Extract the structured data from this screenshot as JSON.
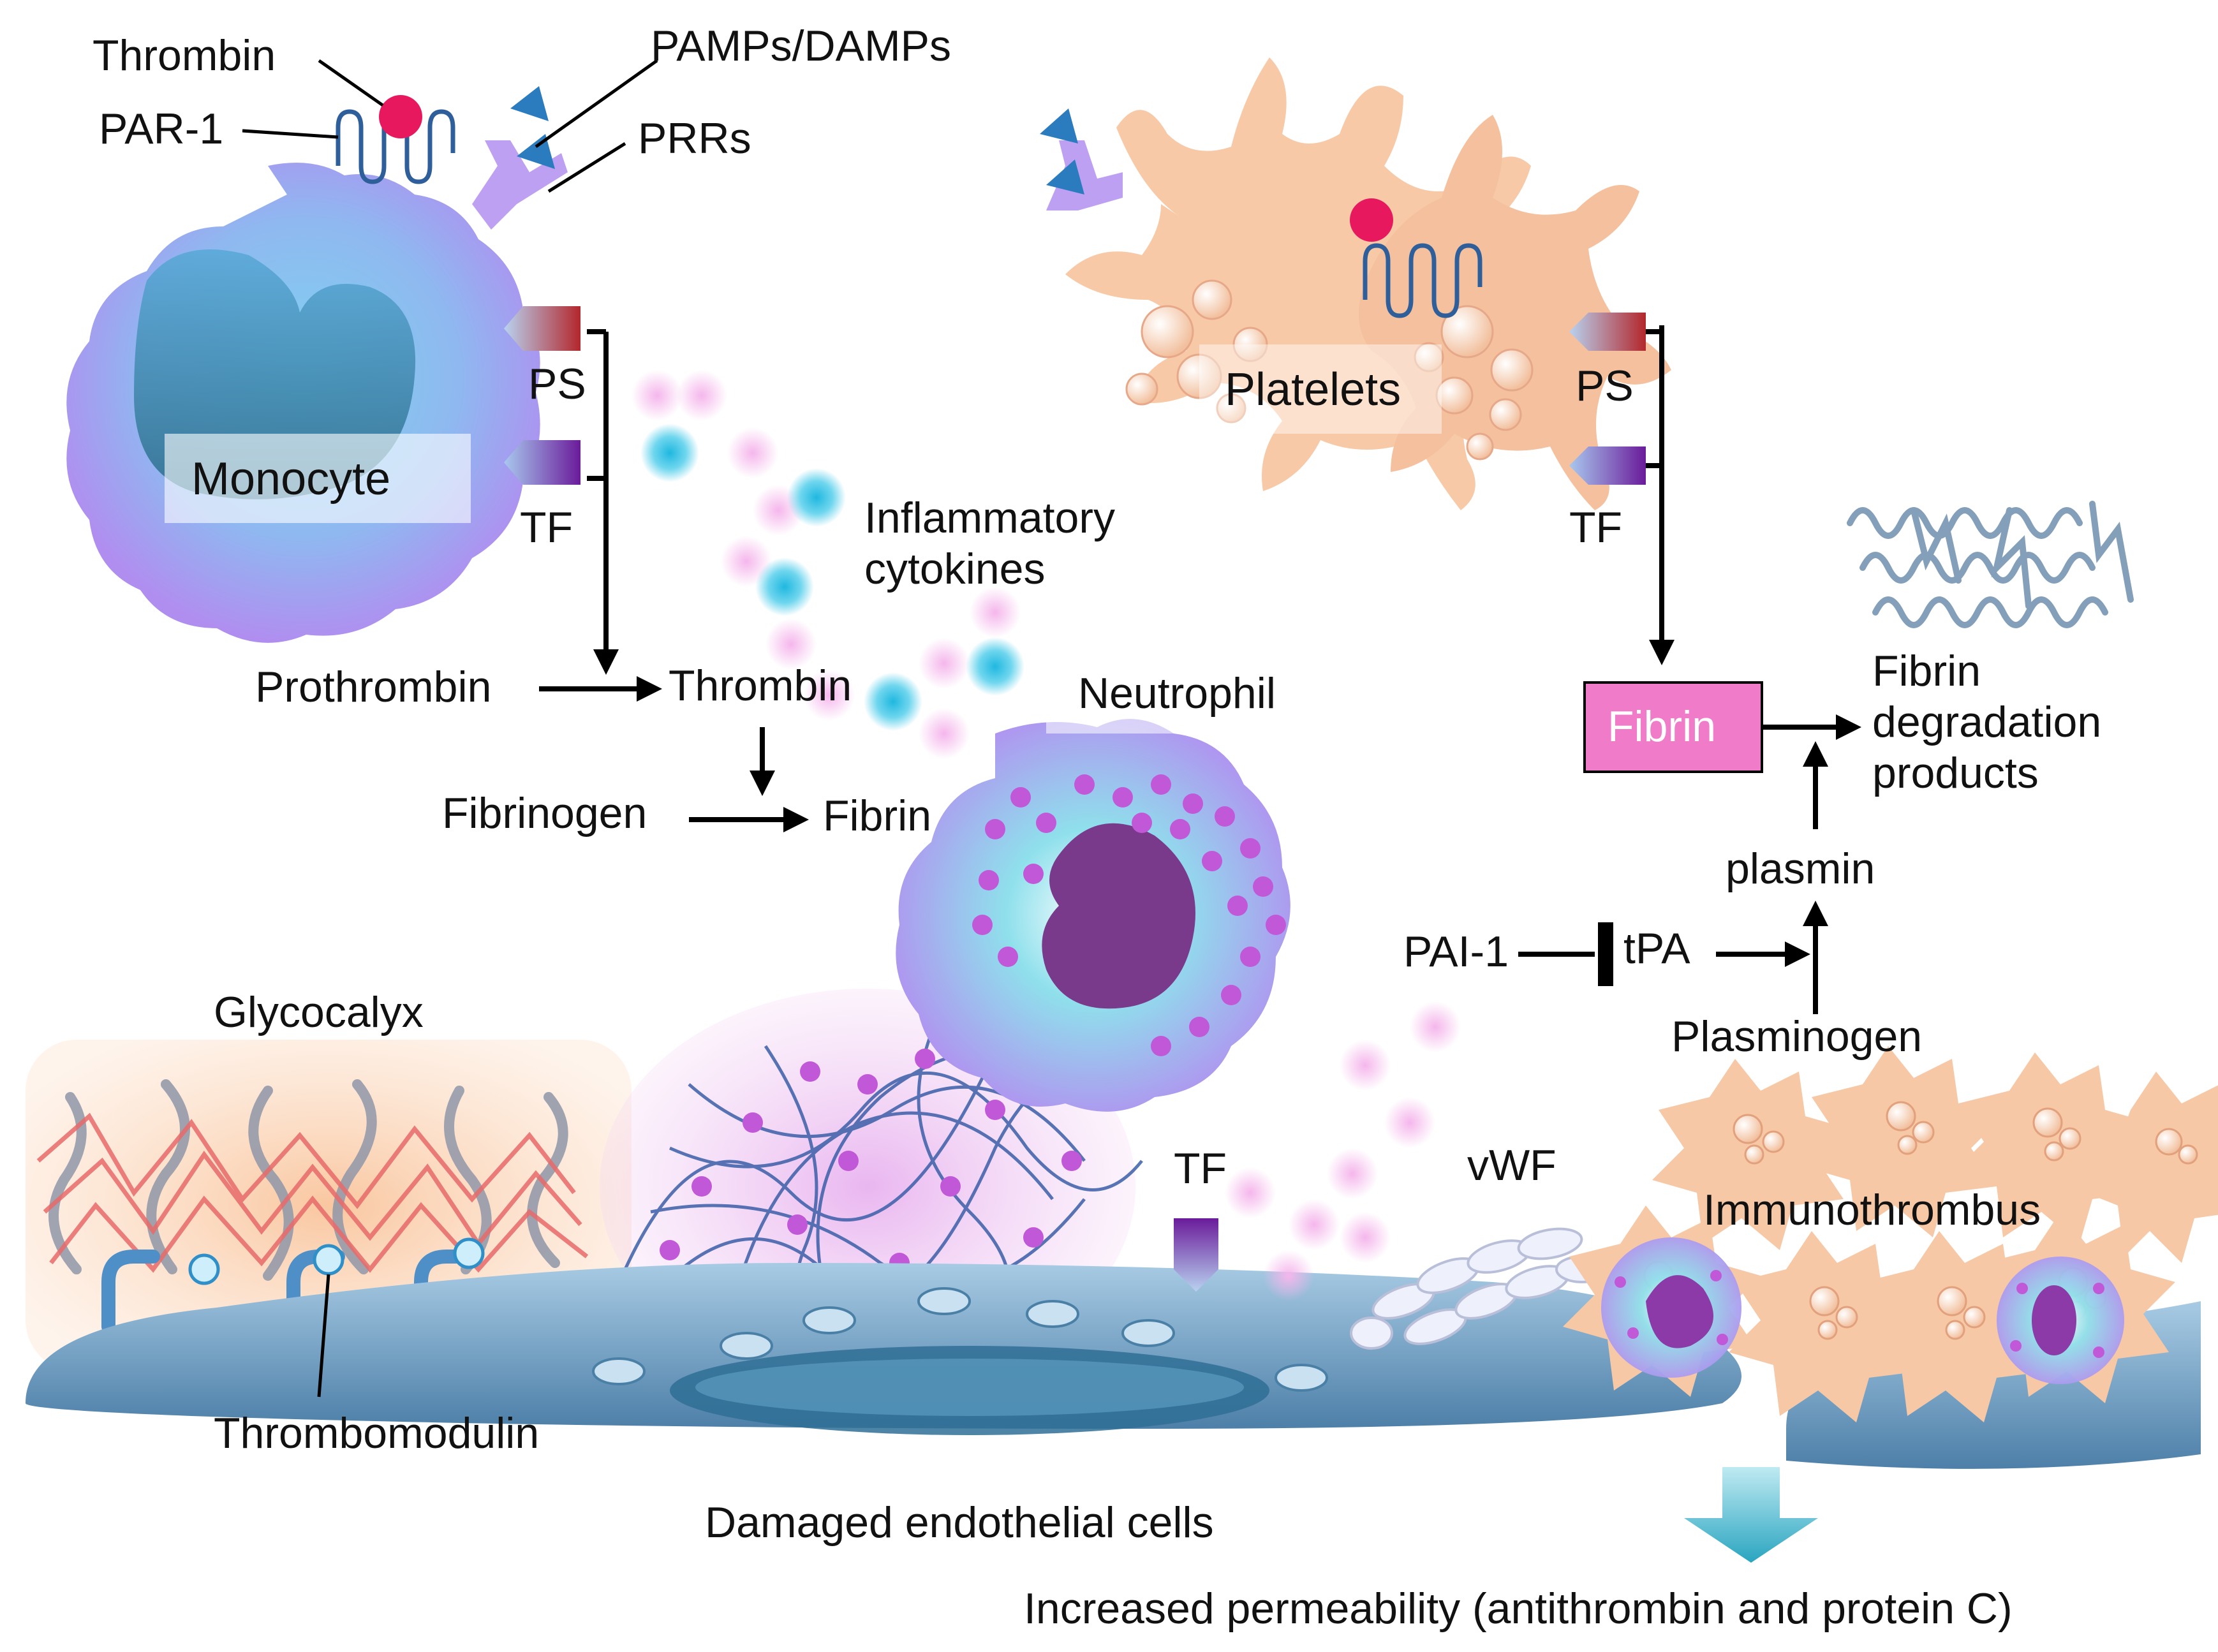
{
  "labels": {
    "thrombin_top": "Thrombin",
    "par1": "PAR-1",
    "pamps": "PAMPs/DAMPs",
    "prrs": "PRRs",
    "monocyte": "Monocyte",
    "ps_left": "PS",
    "tf_left": "TF",
    "platelets": "Platelets",
    "ps_right": "PS",
    "tf_right": "TF",
    "inflammatory_1": "Inflammatory",
    "inflammatory_2": "cytokines",
    "prothrombin": "Prothrombin",
    "thrombin_mid": "Thrombin",
    "fibrinogen": "Fibrinogen",
    "fibrin_left": "Fibrin",
    "neutrophil": "Neutrophil",
    "fibrin_box": "Fibrin",
    "fdp_1": "Fibrin",
    "fdp_2": "degradation",
    "fdp_3": "products",
    "plasmin": "plasmin",
    "pai1": "PAI-1",
    "tpa": "tPA",
    "plasminogen": "Plasminogen",
    "glycocalyx": "Glycocalyx",
    "tf_endo": "TF",
    "vwf": "vWF",
    "immunothrombus": "Immunothrombus",
    "thrombomodulin": "Thrombomodulin",
    "damaged": "Damaged endothelial cells",
    "permeability": "Increased permeability (antithrombin and protein C)"
  },
  "colors": {
    "monocyte": "#a68cf0",
    "platelet": "#f7c7a3",
    "thrombin_ball": "#e8185e",
    "pamp_triangle": "#2b7bbf",
    "fibrin_box": "#f07cc9",
    "endothelium": "#7aa3c4",
    "cytokine_pink": "#f3a7e6",
    "cytokine_cyan": "#34c8e8",
    "arrow": "#000000"
  }
}
